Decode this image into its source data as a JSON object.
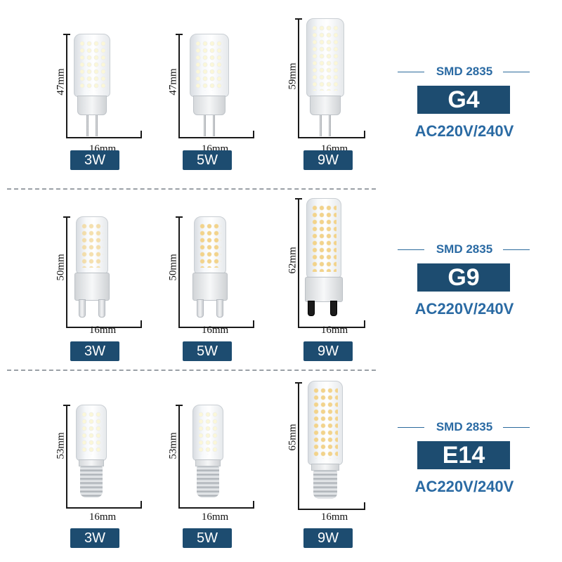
{
  "rows": [
    {
      "spec": {
        "chip": "SMD 2835",
        "base": "G4",
        "voltage": "AC220V/240V"
      },
      "cells": [
        {
          "height_label": "47mm",
          "width_label": "16mm",
          "wattage": "3W"
        },
        {
          "height_label": "47mm",
          "width_label": "16mm",
          "wattage": "5W"
        },
        {
          "height_label": "59mm",
          "width_label": "16mm",
          "wattage": "9W"
        }
      ]
    },
    {
      "spec": {
        "chip": "SMD 2835",
        "base": "G9",
        "voltage": "AC220V/240V"
      },
      "cells": [
        {
          "height_label": "50mm",
          "width_label": "16mm",
          "wattage": "3W"
        },
        {
          "height_label": "50mm",
          "width_label": "16mm",
          "wattage": "5W"
        },
        {
          "height_label": "62mm",
          "width_label": "16mm",
          "wattage": "9W"
        }
      ]
    },
    {
      "spec": {
        "chip": "SMD 2835",
        "base": "E14",
        "voltage": "AC220V/240V"
      },
      "cells": [
        {
          "height_label": "53mm",
          "width_label": "16mm",
          "wattage": "3W"
        },
        {
          "height_label": "53mm",
          "width_label": "16mm",
          "wattage": "5W"
        },
        {
          "height_label": "65mm",
          "width_label": "16mm",
          "wattage": "9W"
        }
      ]
    }
  ],
  "colors": {
    "badge": "#1d4c70",
    "accent_text": "#2a6aa3",
    "divider": "#9aa0a6"
  }
}
